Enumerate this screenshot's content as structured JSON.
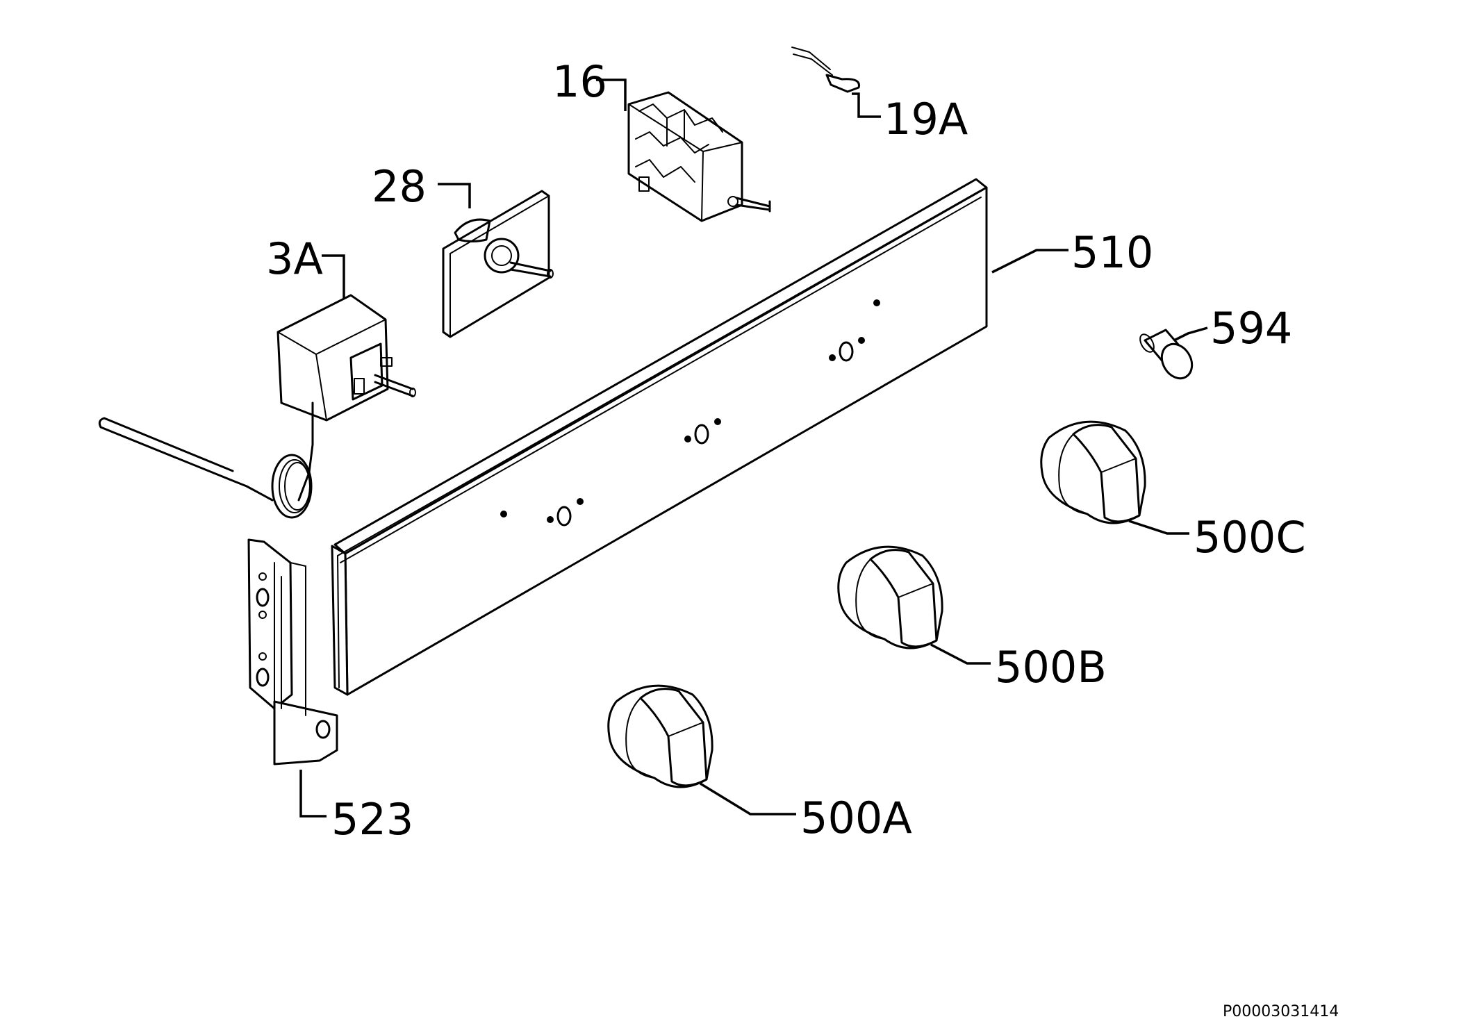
{
  "diagram": {
    "parts": [
      {
        "id": "part-16",
        "label": "16"
      },
      {
        "id": "part-19a",
        "label": "19A"
      },
      {
        "id": "part-28",
        "label": "28"
      },
      {
        "id": "part-3a",
        "label": "3A"
      },
      {
        "id": "part-510",
        "label": "510"
      },
      {
        "id": "part-594",
        "label": "594"
      },
      {
        "id": "part-500c",
        "label": "500C"
      },
      {
        "id": "part-500b",
        "label": "500B"
      },
      {
        "id": "part-500a",
        "label": "500A"
      },
      {
        "id": "part-523",
        "label": "523"
      }
    ],
    "document_code": "P00003031414"
  }
}
